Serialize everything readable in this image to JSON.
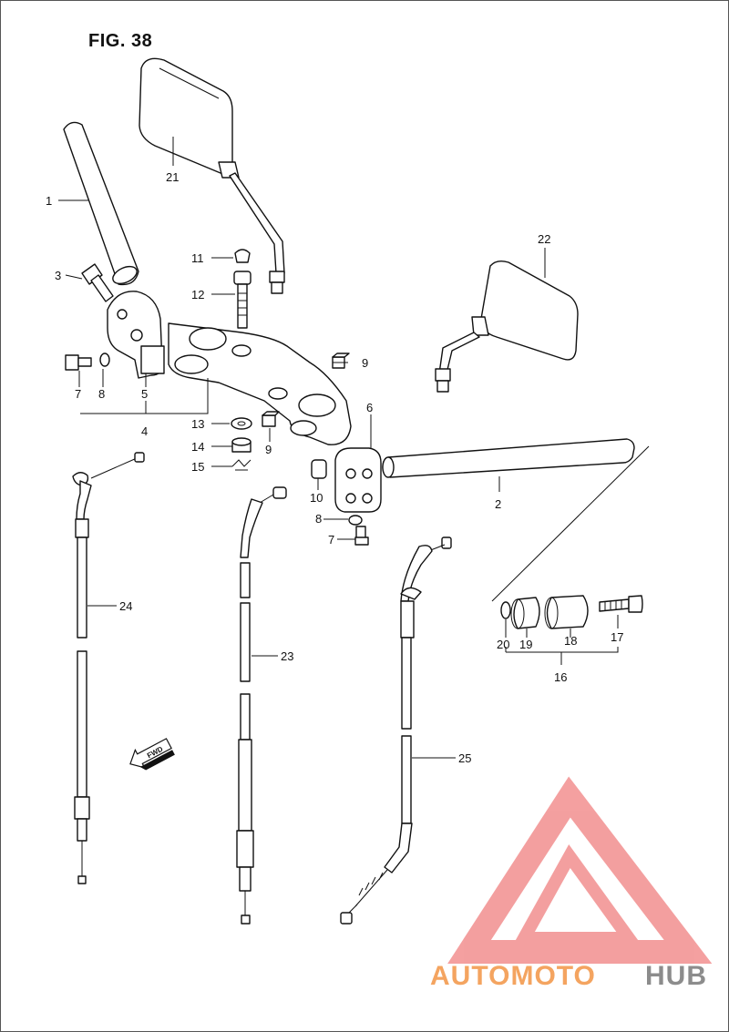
{
  "figure": {
    "title": "FIG. 38"
  },
  "parts": {
    "p1": "1",
    "p2": "2",
    "p3": "3",
    "p4": "4",
    "p5": "5",
    "p6": "6",
    "p7a": "7",
    "p7b": "7",
    "p8a": "8",
    "p8b": "8",
    "p9a": "9",
    "p9b": "9",
    "p10": "10",
    "p11": "11",
    "p12": "12",
    "p13": "13",
    "p14": "14",
    "p15": "15",
    "p16": "16",
    "p17": "17",
    "p18": "18",
    "p19": "19",
    "p20": "20",
    "p21": "21",
    "p22": "22",
    "p23": "23",
    "p24": "24",
    "p25": "25"
  },
  "direction_badge": "FWD",
  "watermark": {
    "text_orange": "AUTOMOTO",
    "text_gray": "HUB",
    "color_orange": "#f4a460",
    "color_gray": "#8c8c8c",
    "logo_color": "#f08080"
  }
}
